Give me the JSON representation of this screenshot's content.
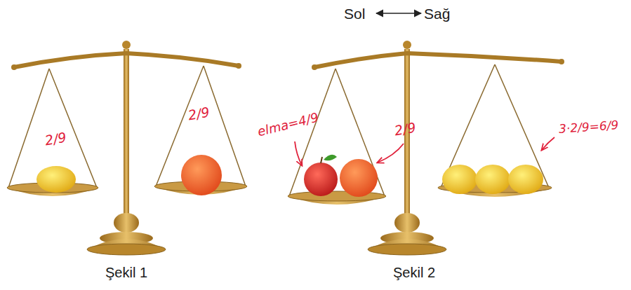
{
  "diagram": {
    "labels": [
      "Sol",
      "Sağ",
      "2/9",
      "2/9",
      "elma=4/9",
      "2/9",
      "3·2/9=6/9",
      "Şekil 1",
      "Şekil 2"
    ]
  }
}
